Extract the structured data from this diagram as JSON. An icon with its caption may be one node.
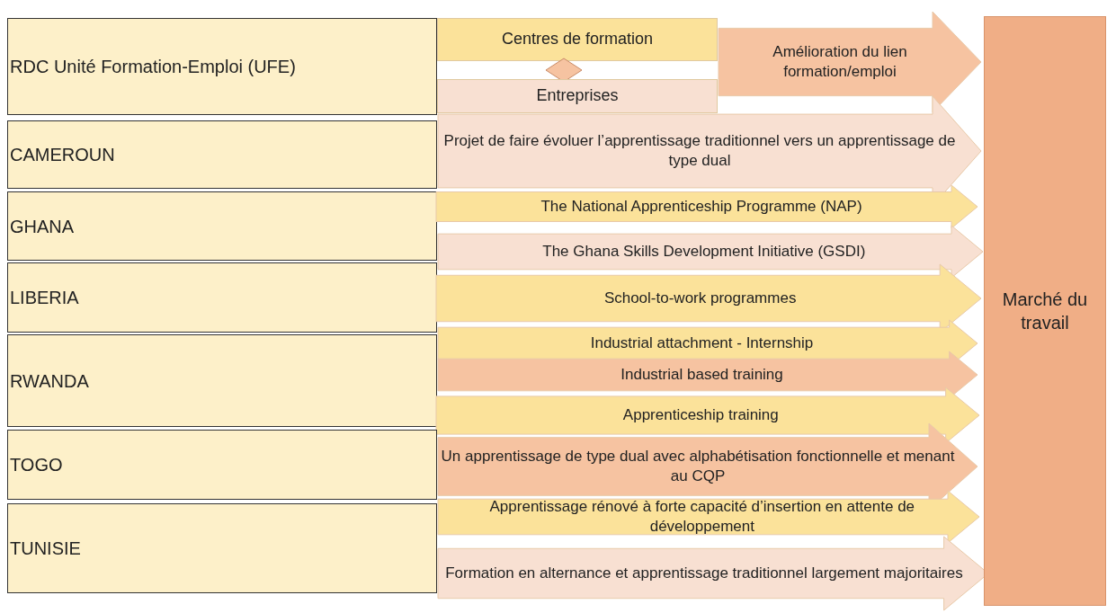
{
  "diagram": {
    "nodes": [
      {
        "text": [
          "RDC Unité Formation-Emploi (UFE)"
        ]
      },
      {
        "text": [
          "Centres de formation"
        ]
      },
      {
        "text": [],
        "shape": "diamond"
      },
      {
        "text": [
          "Entreprises"
        ]
      },
      {
        "text": [
          "Amélioration du lien formation/emploi"
        ]
      },
      {
        "text": [
          "CAMEROUN"
        ]
      },
      {
        "text": [
          "Projet de faire évoluer l’apprentissage traditionnel vers un apprentissage de type dual"
        ]
      },
      {
        "text": [
          "GHANA"
        ]
      },
      {
        "text": [
          "The National Apprenticeship Programme (NAP)"
        ]
      },
      {
        "text": [
          "The Ghana Skills Development Initiative (GSDI)"
        ]
      },
      {
        "text": [
          "LIBERIA"
        ]
      },
      {
        "text": [
          "School-to-work programmes"
        ]
      },
      {
        "text": [
          "RWANDA"
        ]
      },
      {
        "text": [
          "Industrial attachment - Internship"
        ]
      },
      {
        "text": [
          "Industrial based training"
        ]
      },
      {
        "text": [
          "Apprenticeship training"
        ]
      },
      {
        "text": [
          "TOGO"
        ]
      },
      {
        "text": [
          "Un apprentissage de type dual avec alphabétisation fonctionnelle et menant au CQP"
        ]
      },
      {
        "text": [
          "TUNISIE"
        ]
      },
      {
        "text": [
          "Apprentissage rénové à forte capacité d’insertion en attente de développement"
        ]
      },
      {
        "text": [
          "Formation en alternance et apprentissage traditionnel largement majoritaires"
        ]
      },
      {
        "text": [
          "Marché du travail"
        ]
      }
    ]
  }
}
